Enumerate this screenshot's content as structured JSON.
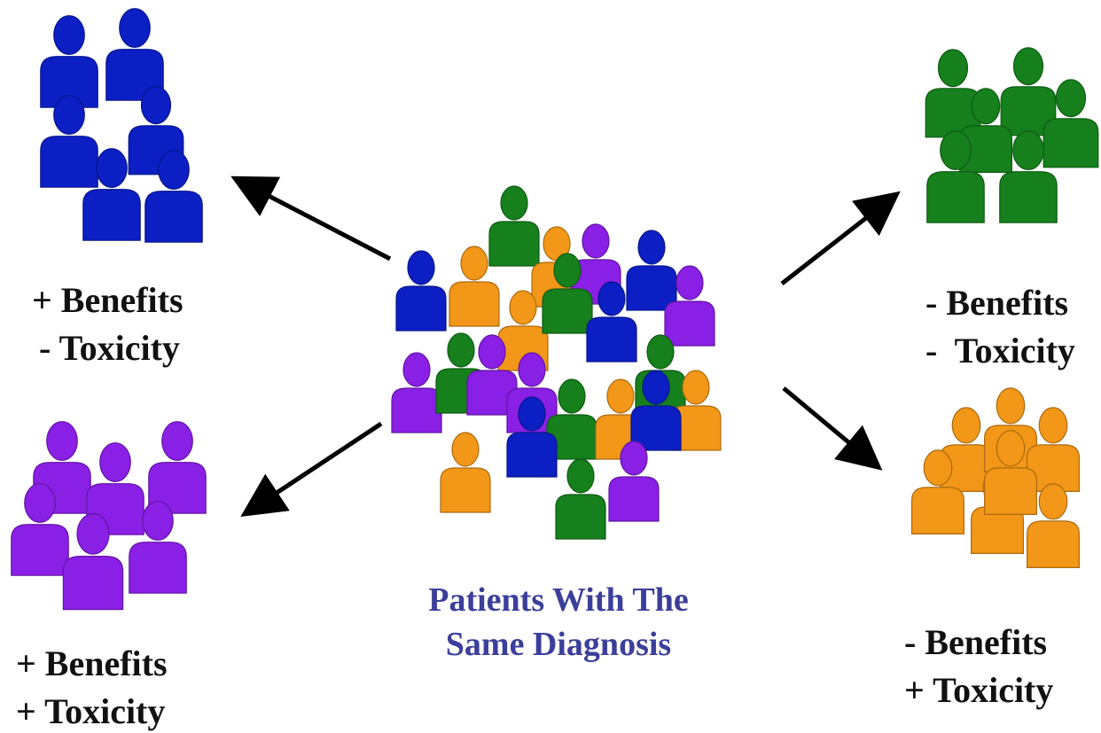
{
  "colors": {
    "blue": "#0b1fc4",
    "green": "#15801c",
    "purple": "#8a1fe6",
    "orange": "#f39718",
    "title_color": "#3b3f9a",
    "label_color": "#111111"
  },
  "title": {
    "line1": "Patients With The",
    "line2": "Same Diagnosis"
  },
  "groups": {
    "top_left": {
      "color": "blue",
      "line1": "+ Benefits",
      "line2": "- Toxicity"
    },
    "bottom_left": {
      "color": "purple",
      "line1": "+ Benefits",
      "line2": "+ Toxicity"
    },
    "top_right": {
      "color": "green",
      "line1": "- Benefits",
      "line2": "-  Toxicity"
    },
    "bottom_right": {
      "color": "orange",
      "line1": "- Benefits",
      "line2": "+ Toxicity"
    }
  },
  "icons": [
    "person-icon",
    "arrow-icon"
  ]
}
